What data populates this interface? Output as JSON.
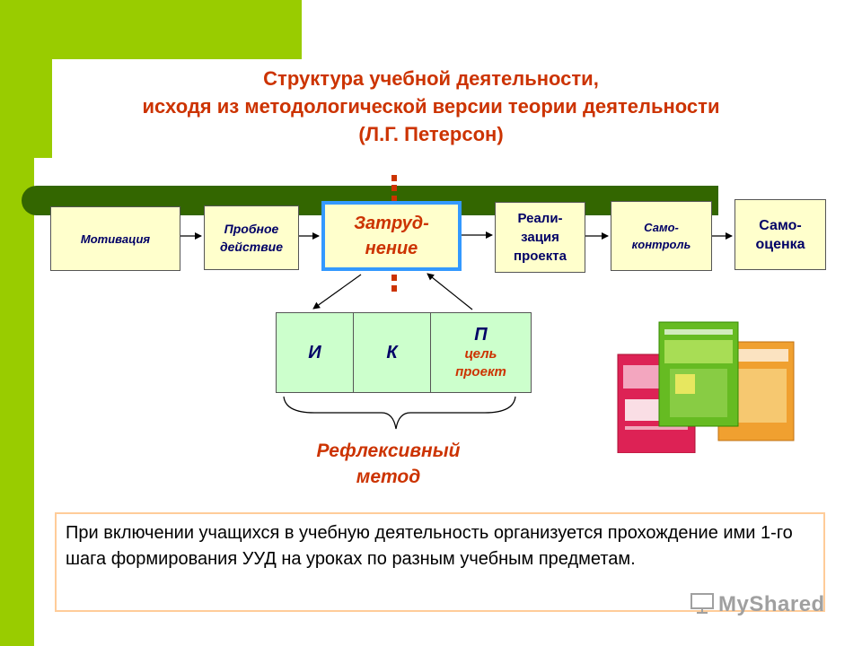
{
  "title": {
    "line1": "Структура учебной деятельности,",
    "line2": "исходя из методологической версии теории деятельности",
    "line3": "(Л.Г. Петерсон)"
  },
  "steps": {
    "motivation": "Мотивация",
    "trial": "Пробное\nдействие",
    "difficulty": "Затруд-\nнение",
    "realization": "Реали-\nзация\nпроекта",
    "selfcontrol": "Само-\nконтроль",
    "selfassess": "Само-\nоценка"
  },
  "ikp": {
    "i": "И",
    "k": "К",
    "p": "П",
    "p_goal": "цель",
    "p_project": "проект"
  },
  "reflexive": {
    "line1": "Рефлексивный",
    "line2": "метод"
  },
  "note": "При включении учащихся в учебную деятельность организуется прохождение ими 1-го шага формирования УУД на уроках по разным учебным предметам.",
  "watermark": "MyShared",
  "colors": {
    "lime": "#99cc00",
    "dark_green_bar": "#336600",
    "box_fill": "#ffffcc",
    "accent_red": "#cc3300",
    "highlight_blue": "#3399ff"
  }
}
